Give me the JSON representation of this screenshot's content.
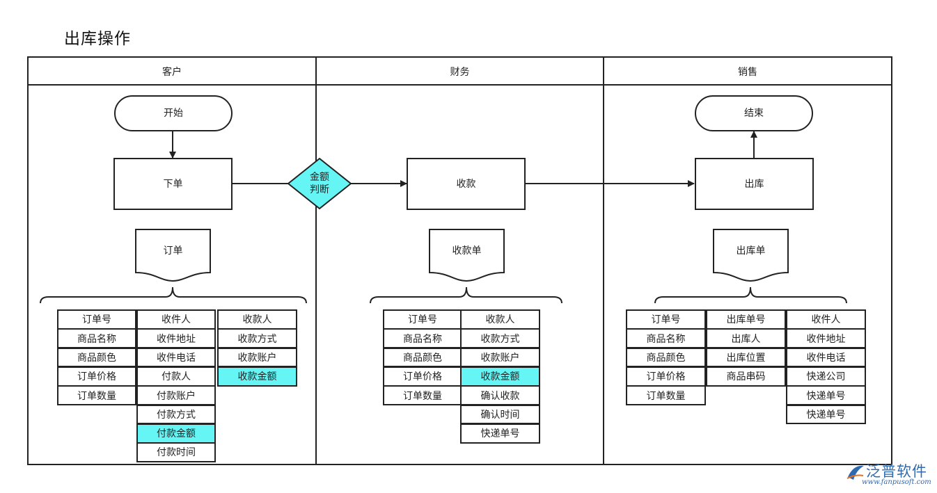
{
  "title": "出库操作",
  "lanes": [
    {
      "label": "客户"
    },
    {
      "label": "财务"
    },
    {
      "label": "销售"
    }
  ],
  "nodes": {
    "start": "开始",
    "order": "下单",
    "decision": "金额\n判断",
    "payment": "收款",
    "outbound": "出库",
    "end": "结束"
  },
  "documents": {
    "order_doc": "订单",
    "receipt_doc": "收款单",
    "outbound_doc": "出库单"
  },
  "fields": {
    "order": {
      "col1": [
        "订单号",
        "商品名称",
        "商品颜色",
        "订单价格",
        "订单数量"
      ],
      "col2": [
        "收件人",
        "收件地址",
        "收件电话",
        "付款人",
        "付款账户",
        "付款方式",
        "付款金额",
        "付款时间"
      ],
      "col3": [
        "收款人",
        "收款方式",
        "收款账户",
        "收款金额"
      ]
    },
    "receipt": {
      "col1": [
        "订单号",
        "商品名称",
        "商品颜色",
        "订单价格",
        "订单数量"
      ],
      "col2": [
        "收款人",
        "收款方式",
        "收款账户",
        "收款金额",
        "确认收款",
        "确认时间",
        "快递单号"
      ]
    },
    "outbound": {
      "col1": [
        "订单号",
        "商品名称",
        "商品颜色",
        "订单价格",
        "订单数量"
      ],
      "col2": [
        "出库单号",
        "出库人",
        "出库位置",
        "商品串码"
      ],
      "col3": [
        "收件人",
        "收件地址",
        "收件电话",
        "快递公司",
        "快递单号",
        "快递单号"
      ]
    }
  },
  "highlight_fields": [
    "付款金额",
    "收款金额"
  ],
  "colors": {
    "highlight": "#66f5f5",
    "stroke": "#222222",
    "logo": "#2f69ae"
  },
  "logo": {
    "brand": "泛普软件",
    "domain": "www.fanpusoft.com"
  }
}
